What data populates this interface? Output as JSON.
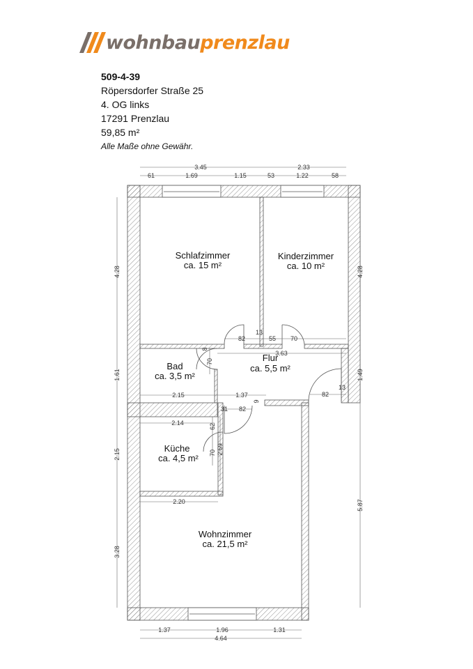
{
  "logo": {
    "part1": "wohnbau",
    "part2": "prenzlau",
    "colors": {
      "grey": "#7a6f69",
      "orange": "#f08a1c"
    }
  },
  "info": {
    "id": "509-4-39",
    "street": "Röpersdorfer Straße 25",
    "floor": "4. OG links",
    "city": "17291 Prenzlau",
    "area": "59,85 m²",
    "note": "Alle Maße ohne Gewähr."
  },
  "rooms": {
    "schlafzimmer": {
      "name": "Schlafzimmer",
      "area": "ca. 15 m²"
    },
    "kinderzimmer": {
      "name": "Kinderzimmer",
      "area": "ca. 10 m²"
    },
    "bad": {
      "name": "Bad",
      "area": "ca. 3,5 m²"
    },
    "flur": {
      "name": "Flur",
      "area": "ca. 5,5 m²"
    },
    "kueche": {
      "name": "Küche",
      "area": "ca. 4,5 m²"
    },
    "wohnzimmer": {
      "name": "Wohnzimmer",
      "area": "ca. 21,5 m²"
    }
  },
  "dims": {
    "top": {
      "a": "3.45",
      "b": "2.33",
      "c1": "61",
      "c2": "1.69",
      "c3": "1.15",
      "c4": "53",
      "c5": "1.22",
      "c6": "58"
    },
    "left": {
      "a": "4.28",
      "b": "1.61",
      "c": "2.15",
      "d": "3.28"
    },
    "right": {
      "a": "4.28",
      "b": "1.49",
      "c": "5.87"
    },
    "bottom": {
      "a": "1.37",
      "b": "1.96",
      "c": "1.31",
      "total": "4.64"
    },
    "inner": {
      "d82a": "82",
      "d13a": "13",
      "d55": "55",
      "d70a": "70",
      "d363": "3.63",
      "d70b": "70",
      "d8": "8",
      "d215": "2.15",
      "d137": "1.37",
      "d9": "9",
      "d82b": "82",
      "d13b": "13",
      "d31": "31",
      "d82c": "82",
      "d214": "2.14",
      "d62": "62",
      "d70c": "70",
      "d259": "2.59",
      "d220": "2.20"
    }
  }
}
